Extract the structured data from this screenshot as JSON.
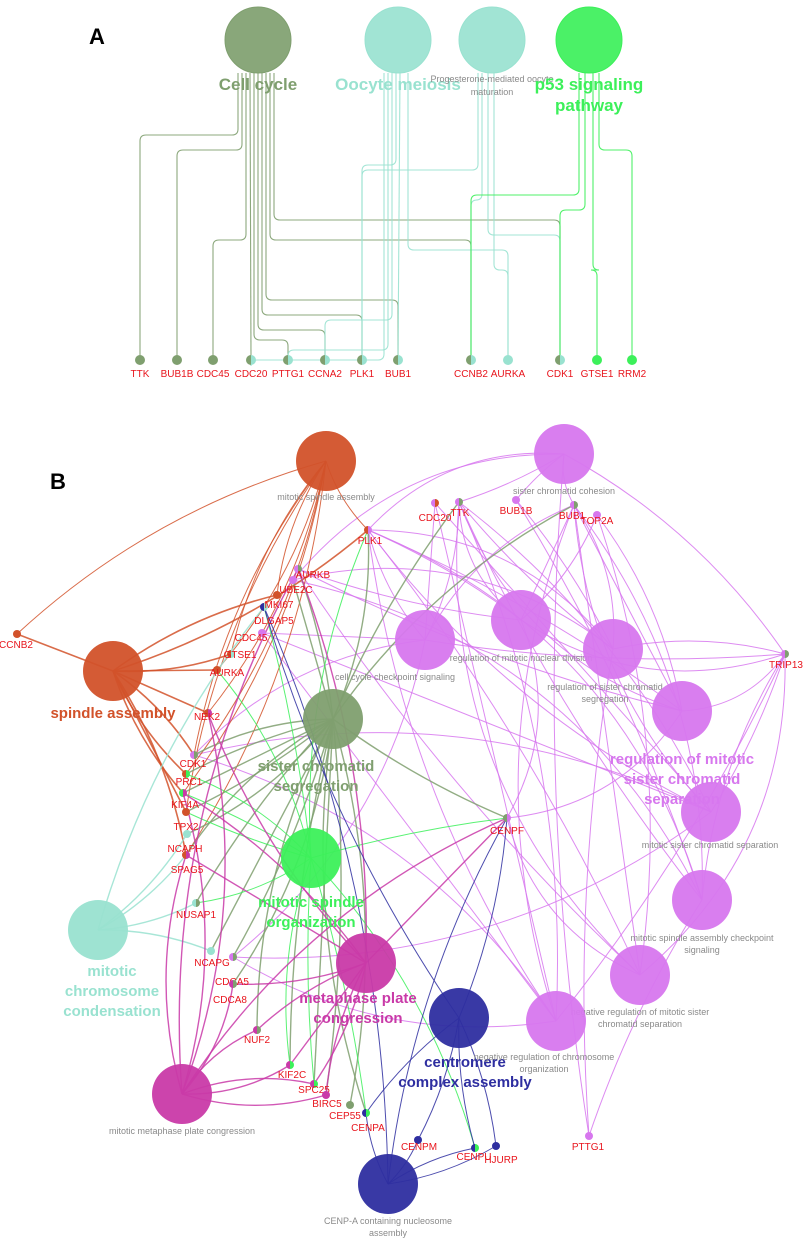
{
  "colors": {
    "cell_cycle": "#7f9f6f",
    "oocyte": "#99e2d0",
    "progesterone": "#99e2d0",
    "p53": "#3cf05a",
    "gene_label": "#e8141c",
    "spindle": "#d2522a",
    "sister_purple": "#d777ee",
    "metaphase": "#c93aa8",
    "centromere": "#2e2ea0",
    "small_label": "#8a8a8a"
  },
  "panel_a": {
    "letter": "A",
    "terms": [
      {
        "id": "cell-cycle",
        "label": "Cell cycle",
        "lines": [
          "Cell cycle"
        ],
        "color_key": "cell_cycle",
        "style": "big"
      },
      {
        "id": "oocyte-meiosis",
        "label": "Oocyte meiosis",
        "lines": [
          "Oocyte meiosis"
        ],
        "color_key": "oocyte",
        "style": "big"
      },
      {
        "id": "progesterone",
        "label": "Progesterone-mediated oocyte maturation",
        "lines": [
          "Progesterone-mediated oocyte",
          "maturation"
        ],
        "color_key": "progesterone",
        "style": "small"
      },
      {
        "id": "p53",
        "label": "p53 signaling pathway",
        "lines": [
          "p53 signaling",
          "pathway"
        ],
        "color_key": "p53",
        "style": "big"
      }
    ],
    "genes": [
      "TTK",
      "BUB1B",
      "CDC45",
      "CDC20",
      "PTTG1",
      "CCNA2",
      "PLK1",
      "BUB1",
      "CCNB2",
      "AURKA",
      "CDK1",
      "GTSE1",
      "RRM2"
    ]
  },
  "panel_b": {
    "letter": "B",
    "terms": [
      {
        "id": "mitotic-spindle-assembly",
        "lines": [
          "mitotic spindle assembly"
        ],
        "style": "small",
        "color_key": "spindle"
      },
      {
        "id": "sister-chromatid-cohesion",
        "lines": [
          "sister chromatid cohesion"
        ],
        "style": "small",
        "color_key": "sister_purple"
      },
      {
        "id": "spindle-assembly",
        "lines": [
          "spindle assembly"
        ],
        "style": "big",
        "color_key": "spindle"
      },
      {
        "id": "regulation-of-mitotic-nuclear-division",
        "lines": [
          "regulation of mitotic nuclear division"
        ],
        "style": "small",
        "color_key": "sister_purple"
      },
      {
        "id": "cell-cycle-checkpoint-signaling",
        "lines": [
          "cell cycle checkpoint signaling"
        ],
        "style": "small",
        "color_key": "sister_purple"
      },
      {
        "id": "regulation-of-sister-chromatid-segregation",
        "lines": [
          "regulation of sister chromatid",
          "segregation"
        ],
        "style": "small",
        "color_key": "sister_purple"
      },
      {
        "id": "sister-chromatid-segregation",
        "lines": [
          "sister chromatid",
          "segregation"
        ],
        "style": "big",
        "color_key": "cell_cycle"
      },
      {
        "id": "regulation-of-mitotic-sister-chromatid-separation",
        "lines": [
          "regulation of mitotic",
          "sister chromatid",
          "separation"
        ],
        "style": "big",
        "color_key": "sister_purple"
      },
      {
        "id": "mitotic-sister-chromatid-separation",
        "lines": [
          "mitotic sister chromatid separation"
        ],
        "style": "small",
        "color_key": "sister_purple"
      },
      {
        "id": "mitotic-spindle-organization",
        "lines": [
          "mitotic spindle",
          "organization"
        ],
        "style": "big",
        "color_key": "p53"
      },
      {
        "id": "mitotic-spindle-assembly-checkpoint-signaling",
        "lines": [
          "mitotic spindle assembly checkpoint",
          "signaling"
        ],
        "style": "small",
        "color_key": "sister_purple"
      },
      {
        "id": "mitotic-chromosome-condensation",
        "lines": [
          "mitotic",
          "chromosome",
          "condensation"
        ],
        "style": "big",
        "color_key": "oocyte"
      },
      {
        "id": "metaphase-plate-congression",
        "lines": [
          "metaphase plate",
          "congression"
        ],
        "style": "big",
        "color_key": "metaphase"
      },
      {
        "id": "negative-regulation-of-mitotic-sister-chromatid-separation",
        "lines": [
          "negative regulation of mitotic sister",
          "chromatid separation"
        ],
        "style": "small",
        "color_key": "sister_purple"
      },
      {
        "id": "centromere-complex-assembly",
        "lines": [
          "centromere",
          "complex assembly"
        ],
        "style": "big",
        "color_key": "centromere"
      },
      {
        "id": "negative-regulation-of-chromosome-organization",
        "lines": [
          "negative regulation of chromosome",
          "organization"
        ],
        "style": "small",
        "color_key": "sister_purple"
      },
      {
        "id": "mitotic-metaphase-plate-congression",
        "lines": [
          "mitotic metaphase plate congression"
        ],
        "style": "small",
        "color_key": "metaphase"
      },
      {
        "id": "cenp-a-containing-nucleosome-assembly",
        "lines": [
          "CENP-A containing nucleosome",
          "assembly"
        ],
        "style": "small",
        "color_key": "centromere"
      }
    ],
    "genes": [
      "CCNB2",
      "PLK1",
      "CDC20",
      "TTK",
      "BUB1B",
      "BUB1",
      "TOP2A",
      "AURKB",
      "UBE2C",
      "MKI67",
      "DLGAP5",
      "CDC45",
      "GTSE1",
      "AURKA",
      "NEK2",
      "CDK1",
      "PRC1",
      "KIF4A",
      "TPX2",
      "NCAPH",
      "SPAG5",
      "NUSAP1",
      "NCAPG",
      "CDCA5",
      "CDCA8",
      "NUF2",
      "KIF2C",
      "SPC25",
      "BIRC5",
      "CEP55",
      "CENPA",
      "CENPM",
      "CENPU",
      "HJURP",
      "PTTG1",
      "TRIP13",
      "CENPF"
    ]
  }
}
